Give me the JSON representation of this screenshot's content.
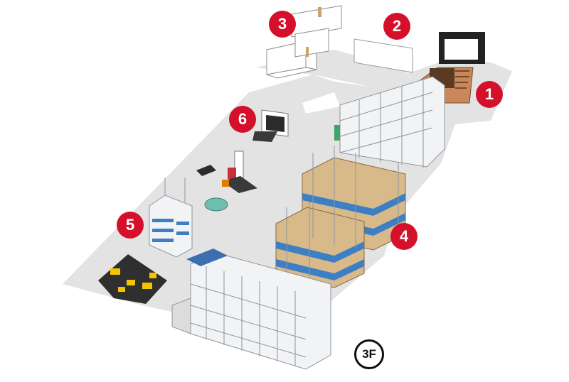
{
  "floor": {
    "label": "3F"
  },
  "markers": [
    {
      "number": "1"
    },
    {
      "number": "2"
    },
    {
      "number": "3"
    },
    {
      "number": "4"
    },
    {
      "number": "5"
    },
    {
      "number": "6"
    }
  ],
  "colors": {
    "floor": "#e3e3e3",
    "marker": "#d5102a",
    "rack_line": "#8f959c",
    "box": "#d8b98a",
    "pallet": "#3d7fc4",
    "stage_wood": "#c9875a",
    "robot_yellow": "#f5c400"
  }
}
